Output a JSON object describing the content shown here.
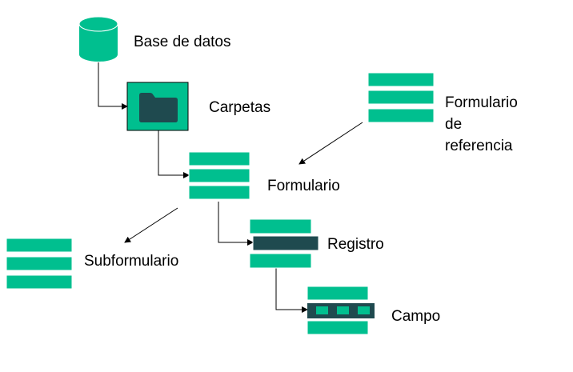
{
  "labels": {
    "database": "Base de datos",
    "folders": "Carpetas",
    "reference_form_line1": "Formulario",
    "reference_form_line2": "de",
    "reference_form_line3": "referencia",
    "form": "Formulario",
    "subform": "Subformulario",
    "record": "Registro",
    "field": "Campo"
  },
  "icons": {
    "database": "database-cylinder-icon",
    "folder": "folder-icon",
    "form": "stacked-bars-icon",
    "record": "highlighted-bar-icon",
    "field": "segmented-bar-icon"
  },
  "colors": {
    "green": "#00bf8f",
    "dark": "#1f4a4f",
    "line": "#000000",
    "background": "#ffffff"
  }
}
